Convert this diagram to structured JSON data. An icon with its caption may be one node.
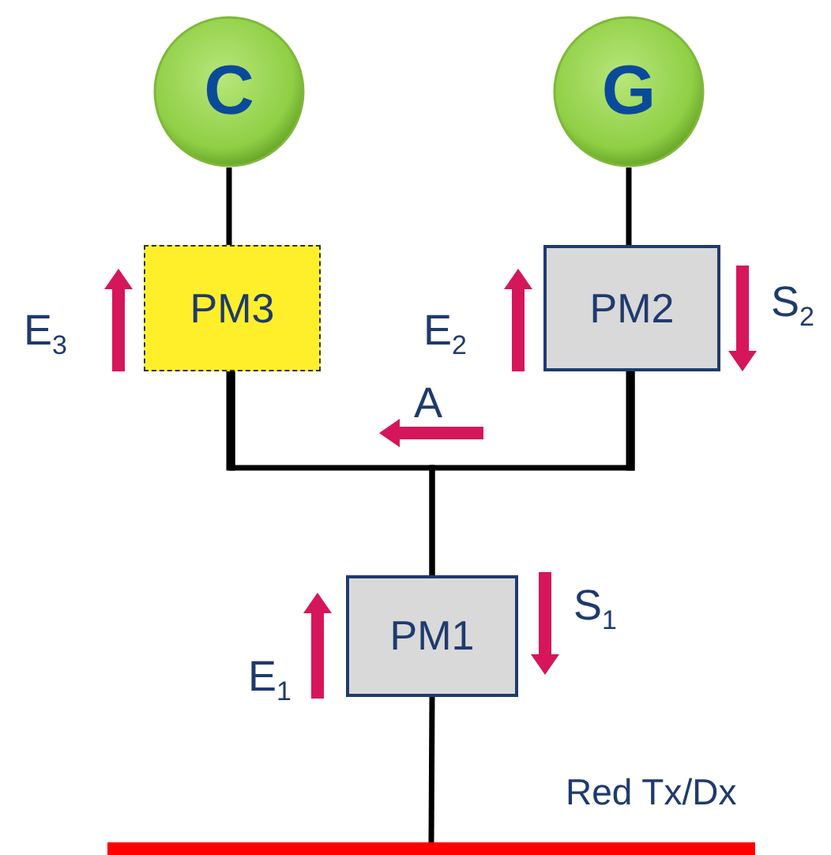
{
  "diagram": {
    "nodes": [
      {
        "text": [
          "C"
        ]
      },
      {
        "text": [
          "G"
        ]
      },
      {
        "text": [
          "PM3"
        ]
      },
      {
        "text": [
          "PM2"
        ]
      },
      {
        "text": [
          "PM1"
        ]
      },
      {
        "text": [],
        "shape": "bar"
      }
    ],
    "edges": [
      {
        "from": 0,
        "to": 2,
        "arrow": "none"
      },
      {
        "from": 1,
        "to": 3,
        "arrow": "none"
      },
      {
        "from": 2,
        "to": 4,
        "arrow": "none"
      },
      {
        "from": 3,
        "to": 4,
        "arrow": "none"
      },
      {
        "from": 4,
        "to": 5,
        "arrow": "none"
      }
    ],
    "labels": [
      "E$_{3}$",
      "E$_{2}$",
      "S$_{2}$",
      "A",
      "S$_{1}$",
      "E$_{1}$",
      "Red Tx/Dx"
    ]
  }
}
